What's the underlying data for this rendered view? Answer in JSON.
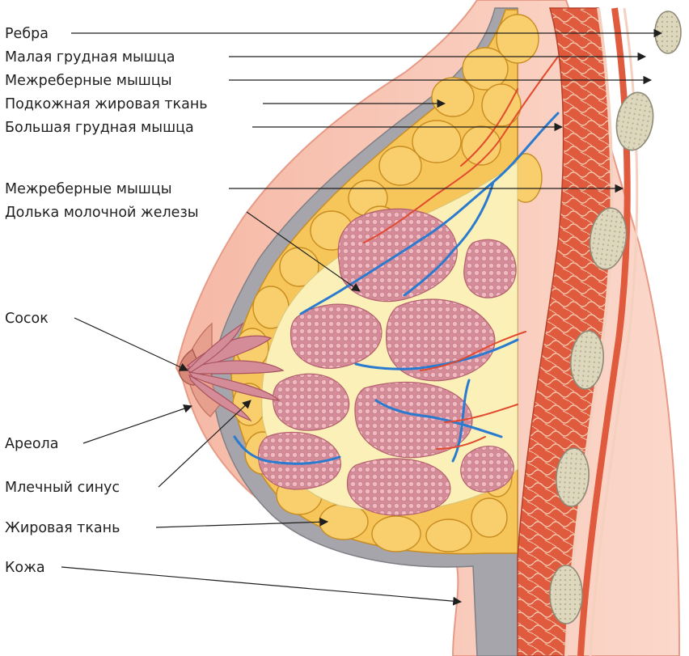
{
  "labels": {
    "ribs": "Ребра",
    "pectoralis_minor": "Малая грудная мышца",
    "intercostal_top": "Межреберные мышцы",
    "subcutaneous_fat": "Подкожная жировая ткань",
    "pectoralis_major": "Большая грудная мышца",
    "intercostal_mid": "Межреберные мышцы",
    "gland_lobule": "Долька молочной железы",
    "nipple": "Сосок",
    "areola": "Ареола",
    "milk_sinus": "Млечный синус",
    "fat_tissue": "Жировая ткань",
    "skin": "Кожа"
  },
  "colors": {
    "skin": "#f7c9ba",
    "skin_edge": "#e79a86",
    "fat": "#f6c65a",
    "fat_edge": "#c98c21",
    "fascia": "#9a9aa0",
    "gland": "#d9909c",
    "gland_dots": "#f3c4cb",
    "stroma": "#fbf0b8",
    "muscle": "#e0573c",
    "muscle_edge": "#f5d0b8",
    "rib": "#d9d3b8",
    "vein": "#2a7bd0",
    "artery": "#e2492e"
  }
}
